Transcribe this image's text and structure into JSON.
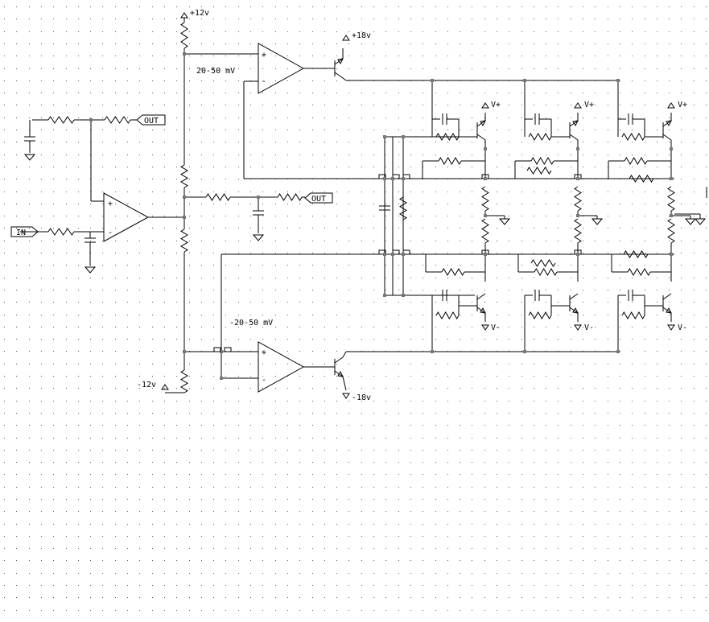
{
  "schematic": {
    "labels": {
      "plus12": "+12v",
      "minus12": "-12v",
      "plus18": "+18v",
      "minus18": "-18v",
      "pos_thresh": "20-50 mV",
      "neg_thresh": "-20-50 mV",
      "vplus": "V+",
      "vminus": "V-",
      "in": "IN",
      "out": "OUT",
      "opamp_plus": "+",
      "opamp_minus": "-"
    }
  }
}
